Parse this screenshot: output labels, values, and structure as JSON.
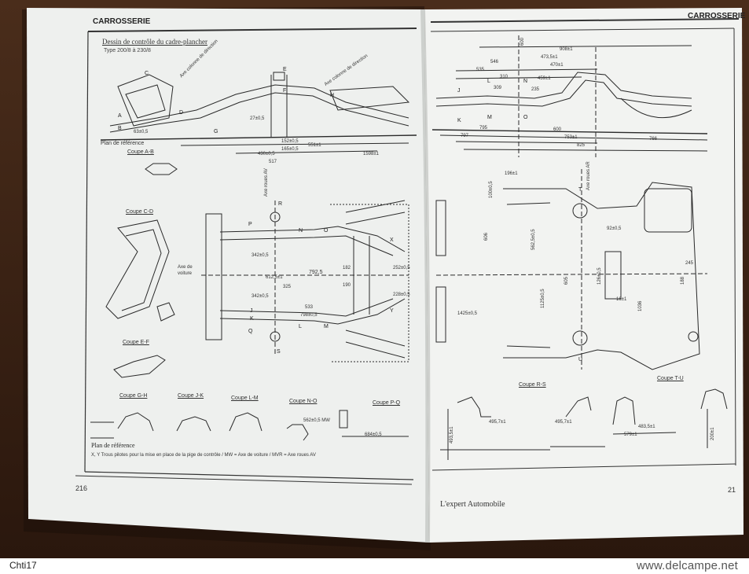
{
  "left_page": {
    "header": "CARROSSERIE",
    "title": "Dessin de contrôle du cadre-plancher",
    "subtitle": "Type 200/8 à 230/8",
    "plan_reference_top": "Plan de référence",
    "plan_reference_bottom": "Plan de référence",
    "axe_voiture": "Axe de voiture",
    "axe_roues_av": "Axe roues AV",
    "axe_colonne_1": "Axe colonne de direction",
    "axe_colonne_2": "Axe colonne de direction",
    "sections": [
      "Coupe A-B",
      "Coupe C-D",
      "Coupe E-F",
      "Coupe G-H",
      "Coupe J-K",
      "Coupe L-M",
      "Coupe N-O",
      "Coupe P-Q"
    ],
    "dims": [
      "430±0,5",
      "517",
      "1598±1",
      "792,5",
      "342±0,5",
      "342±0,5",
      "612,5±1",
      "325",
      "190",
      "182",
      "252±0,5",
      "228±0,5",
      "533",
      "798±0,5",
      "684±0,5",
      "562±0,5 MW",
      "551±1",
      "165±0,5",
      "152±0,5",
      "63±0,5",
      "27±0,5"
    ],
    "letters": [
      "A",
      "B",
      "C",
      "D",
      "E",
      "F",
      "G",
      "H",
      "J",
      "K",
      "L",
      "M",
      "N",
      "O",
      "P",
      "Q",
      "R",
      "S",
      "X",
      "Y"
    ],
    "footnote": "X, Y  Trous pilotes pour la mise en place de la pige de contrôle  /  MW = Axe de voiture  /  MVR = Axe roues AV",
    "page_number": "216"
  },
  "right_page": {
    "header": "CARROSSERIE",
    "axe_roues_ar": "Axe roues AR",
    "sections": [
      "Coupe R-S",
      "Coupe T-U"
    ],
    "dims_top": [
      "908±1",
      "473,5±1",
      "546",
      "535",
      "310",
      "470±1",
      "459±1",
      "309",
      "235",
      "795",
      "600",
      "797",
      "753±1",
      "825",
      "766",
      "600"
    ],
    "dims_plan": [
      "196±1",
      "100±0,5",
      "606",
      "562,5±0,5",
      "1125±0,5",
      "1425±0,5",
      "1036",
      "92±0,5",
      "126±0,5",
      "16±1",
      "605",
      "188",
      "245"
    ],
    "dims_bottom": [
      "495,7±1",
      "495,7±1",
      "483,5±1",
      "579±1",
      "493,5±1",
      "200±1"
    ],
    "letters": [
      "J",
      "K",
      "L",
      "M",
      "N",
      "O",
      "T",
      "U"
    ],
    "footer": "L'expert Automobile",
    "page_number": "21"
  },
  "watermark": {
    "user": "Chti17",
    "site": "www.delcampe.net"
  }
}
